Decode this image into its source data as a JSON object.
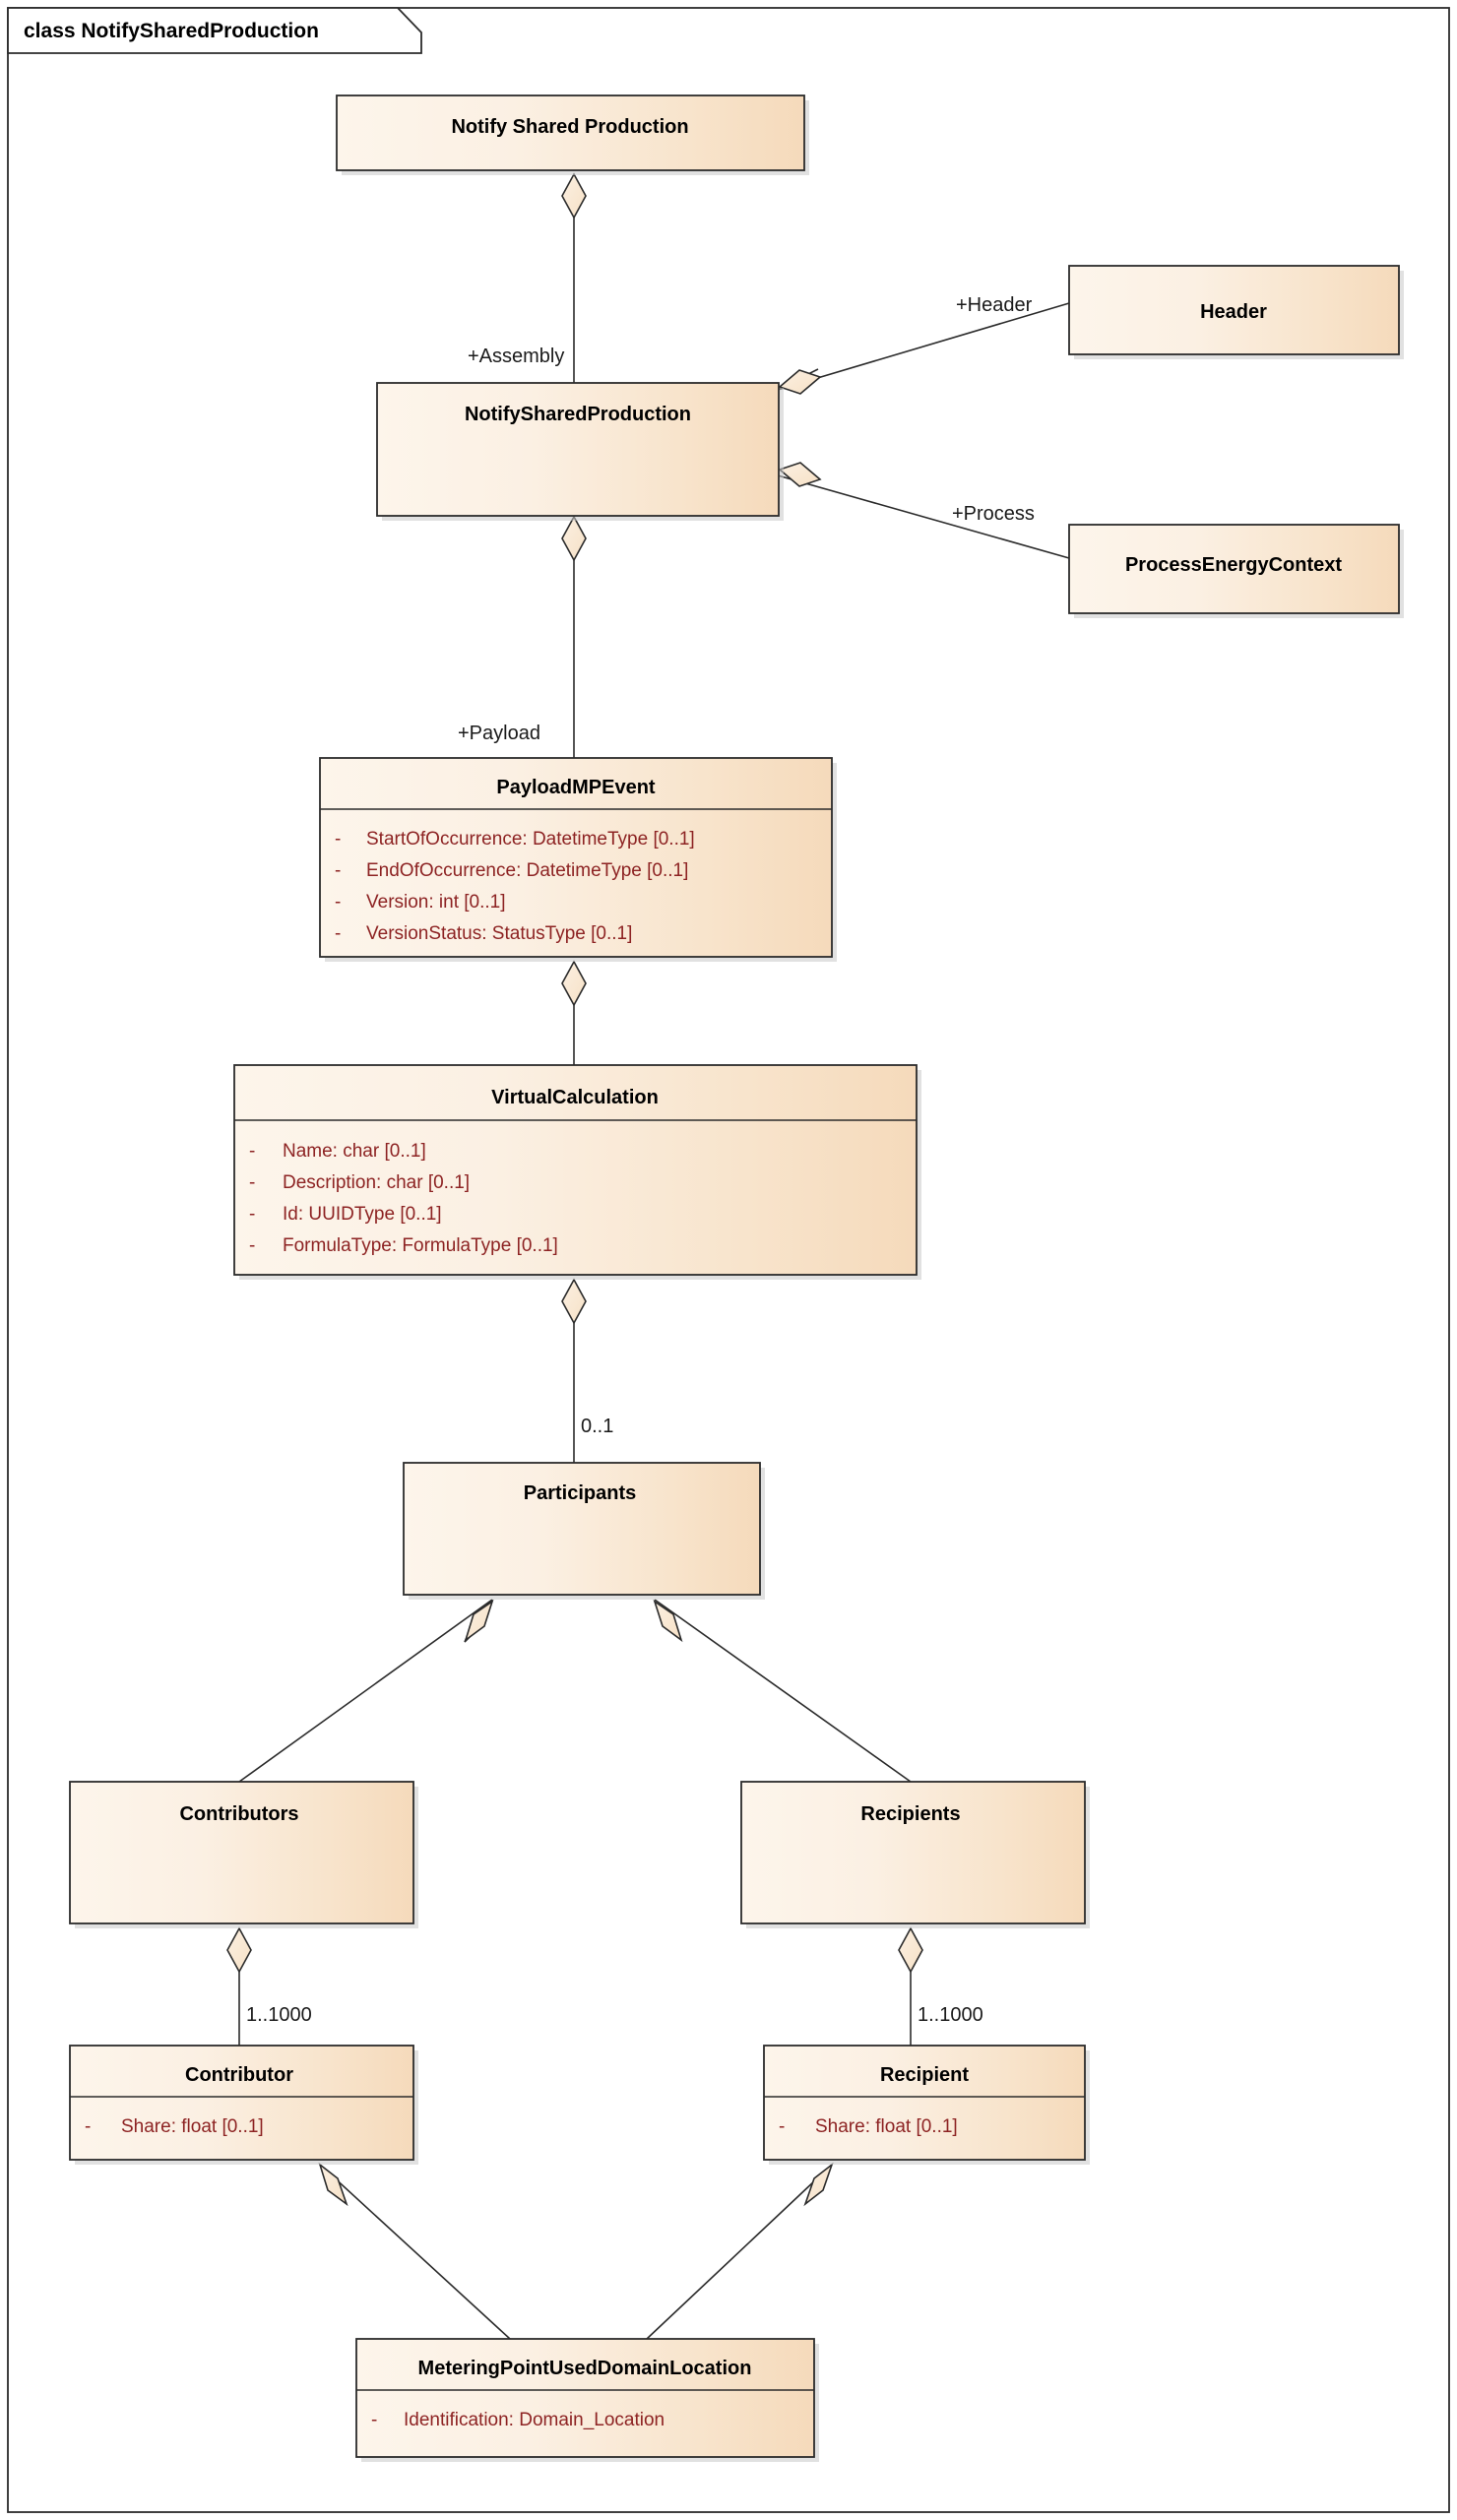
{
  "frame": {
    "title": "class NotifySharedProduction"
  },
  "colors": {
    "fill_light": "#FCF2E6",
    "fill_dark": "#F6DCC0",
    "border": "#2b2b2b",
    "title_text": "#000000",
    "attr_text": "#8d2323",
    "shadow": "#c9c9c9",
    "canvas": "#ffffff"
  },
  "classes": [
    {
      "id": "notify-shared-production-ui",
      "name": "Notify Shared Production",
      "attributes": []
    },
    {
      "id": "notify-shared-production",
      "name": "NotifySharedProduction",
      "attributes": []
    },
    {
      "id": "header",
      "name": "Header",
      "attributes": []
    },
    {
      "id": "process-energy-context",
      "name": "ProcessEnergyContext",
      "attributes": []
    },
    {
      "id": "payload-mp-event",
      "name": "PayloadMPEvent",
      "attributes": [
        {
          "visibility": "-",
          "text": "StartOfOccurrence: DatetimeType [0..1]"
        },
        {
          "visibility": "-",
          "text": "EndOfOccurrence: DatetimeType [0..1]"
        },
        {
          "visibility": "-",
          "text": "Version: int [0..1]"
        },
        {
          "visibility": "-",
          "text": "VersionStatus: StatusType [0..1]"
        }
      ]
    },
    {
      "id": "virtual-calculation",
      "name": "VirtualCalculation",
      "attributes": [
        {
          "visibility": "-",
          "text": "Name: char [0..1]"
        },
        {
          "visibility": "-",
          "text": "Description: char [0..1]"
        },
        {
          "visibility": "-",
          "text": "Id: UUIDType [0..1]"
        },
        {
          "visibility": "-",
          "text": "FormulaType: FormulaType [0..1]"
        }
      ]
    },
    {
      "id": "participants",
      "name": "Participants",
      "attributes": []
    },
    {
      "id": "contributors",
      "name": "Contributors",
      "attributes": []
    },
    {
      "id": "recipients",
      "name": "Recipients",
      "attributes": []
    },
    {
      "id": "contributor",
      "name": "Contributor",
      "attributes": [
        {
          "visibility": "-",
          "text": "Share: float [0..1]"
        }
      ]
    },
    {
      "id": "recipient",
      "name": "Recipient",
      "attributes": [
        {
          "visibility": "-",
          "text": "Share: float [0..1]"
        }
      ]
    },
    {
      "id": "metering-point-used-domain-location",
      "name": "MeteringPointUsedDomainLocation",
      "attributes": [
        {
          "visibility": "-",
          "text": "Identification: Domain_Location"
        }
      ]
    }
  ],
  "edges": [
    {
      "id": "edge-assembly",
      "from": "notify-shared-production-ui",
      "to": "notify-shared-production",
      "label": "+Assembly",
      "kind": "aggregation"
    },
    {
      "id": "edge-header",
      "from": "notify-shared-production",
      "to": "header",
      "label": "+Header",
      "kind": "aggregation"
    },
    {
      "id": "edge-process",
      "from": "notify-shared-production",
      "to": "process-energy-context",
      "label": "+Process",
      "kind": "aggregation"
    },
    {
      "id": "edge-payload",
      "from": "notify-shared-production",
      "to": "payload-mp-event",
      "label": "+Payload",
      "kind": "aggregation"
    },
    {
      "id": "edge-virtualcalculation",
      "from": "payload-mp-event",
      "to": "virtual-calculation",
      "label": "",
      "kind": "aggregation"
    },
    {
      "id": "edge-participants",
      "from": "virtual-calculation",
      "to": "participants",
      "label": "0..1",
      "kind": "aggregation"
    },
    {
      "id": "edge-contributors",
      "from": "participants",
      "to": "contributors",
      "label": "",
      "kind": "aggregation"
    },
    {
      "id": "edge-recipients",
      "from": "participants",
      "to": "recipients",
      "label": "",
      "kind": "aggregation"
    },
    {
      "id": "edge-contributor",
      "from": "contributors",
      "to": "contributor",
      "label": "1..1000",
      "kind": "aggregation"
    },
    {
      "id": "edge-recipient",
      "from": "recipients",
      "to": "recipient",
      "label": "1..1000",
      "kind": "aggregation"
    },
    {
      "id": "edge-contributor-mp",
      "from": "contributor",
      "to": "metering-point-used-domain-location",
      "label": "",
      "kind": "aggregation"
    },
    {
      "id": "edge-recipient-mp",
      "from": "recipient",
      "to": "metering-point-used-domain-location",
      "label": "",
      "kind": "aggregation"
    }
  ]
}
